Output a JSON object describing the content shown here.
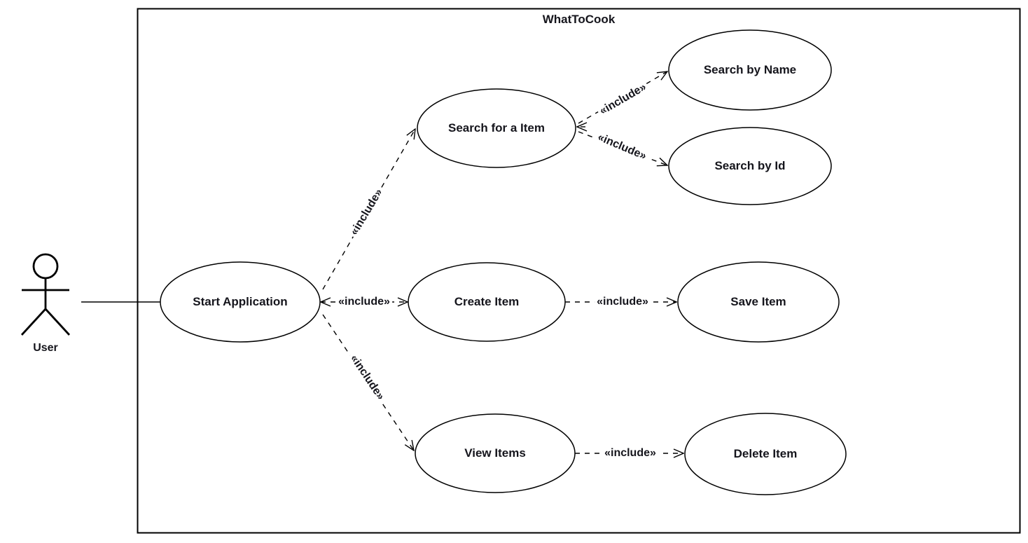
{
  "diagram": {
    "system": {
      "title": "WhatToCook"
    },
    "actor": {
      "label": "User"
    },
    "use_cases": [
      {
        "id": "start-application",
        "label": "Start Application"
      },
      {
        "id": "search-for-item",
        "label": "Search for a Item"
      },
      {
        "id": "search-by-name",
        "label": "Search by Name"
      },
      {
        "id": "search-by-id",
        "label": "Search by Id"
      },
      {
        "id": "create-item",
        "label": "Create Item"
      },
      {
        "id": "save-item",
        "label": "Save Item"
      },
      {
        "id": "view-items",
        "label": "View Items"
      },
      {
        "id": "delete-item",
        "label": "Delete Item"
      }
    ],
    "relationships": [
      {
        "from": "User",
        "to": "Start Application",
        "type": "association",
        "label": ""
      },
      {
        "from": "Start Application",
        "to": "Search for a Item",
        "type": "include",
        "label": "«include»"
      },
      {
        "from": "Start Application",
        "to": "Create Item",
        "type": "include",
        "label": "«include»",
        "arrows": "both"
      },
      {
        "from": "Start Application",
        "to": "View Items",
        "type": "include",
        "label": "«include»"
      },
      {
        "from": "Search for a Item",
        "to": "Search by Name",
        "type": "include",
        "label": "«include»"
      },
      {
        "from": "Search for a Item",
        "to": "Search by Id",
        "type": "include",
        "label": "«include»"
      },
      {
        "from": "Create Item",
        "to": "Save Item",
        "type": "include",
        "label": "«include»"
      },
      {
        "from": "View Items",
        "to": "Delete Item",
        "type": "include",
        "label": "«include»"
      }
    ]
  },
  "colors": {
    "stroke": "#000000",
    "text": "#15151c",
    "canvas": "#ffffff"
  }
}
